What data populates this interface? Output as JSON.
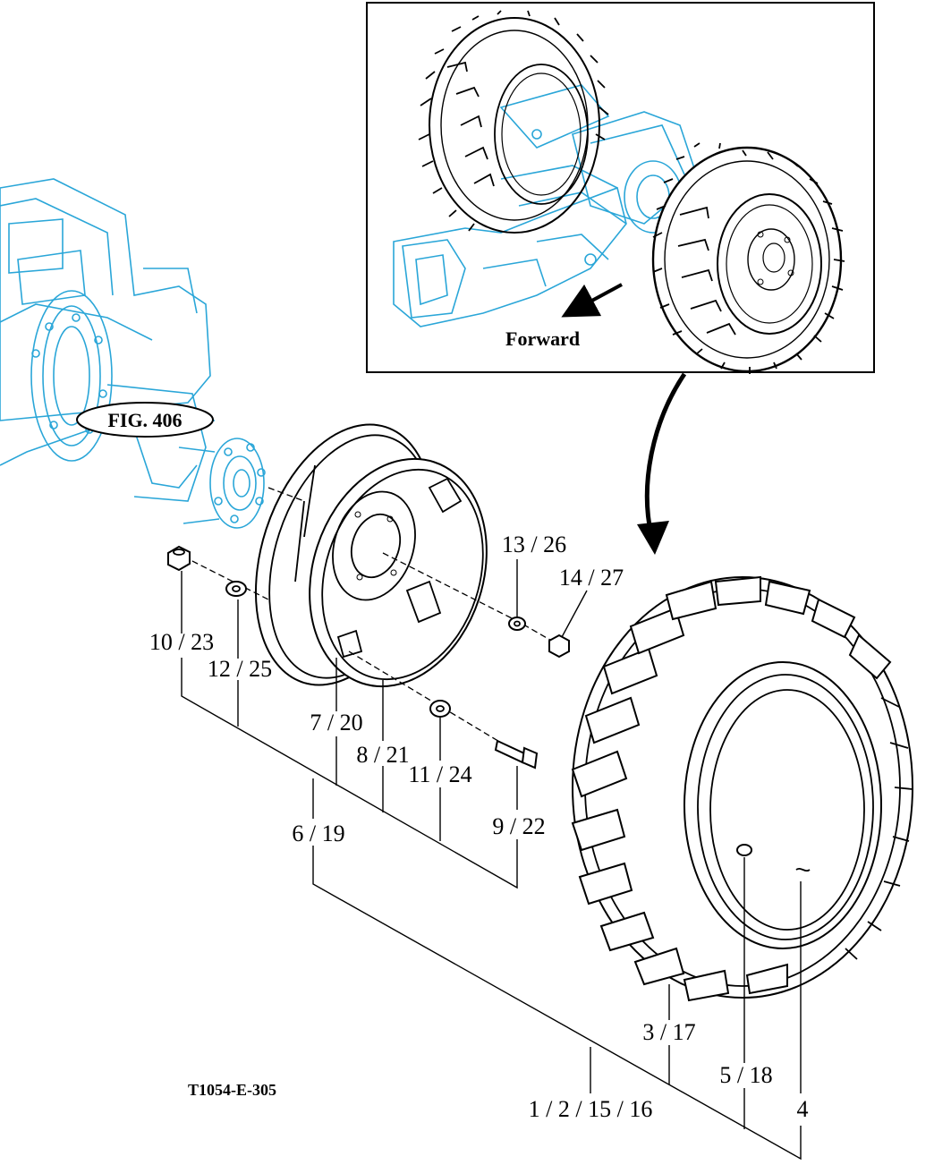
{
  "figure": {
    "code": "T1054-E-305",
    "fig_reference": "FIG. 406",
    "direction_label": "Forward"
  },
  "callouts": {
    "c_1_2_15_16": "1 / 2 / 15 / 16",
    "c_3_17": "3 / 17",
    "c_4": "4",
    "c_5_18": "5 / 18",
    "c_6_19": "6 / 19",
    "c_7_20": "7 / 20",
    "c_8_21": "8 / 21",
    "c_9_22": "9 / 22",
    "c_10_23": "10 / 23",
    "c_11_24": "11 / 24",
    "c_12_25": "12 / 25",
    "c_13_26": "13 / 26",
    "c_14_27": "14 / 27"
  },
  "colors": {
    "line_art": "#000000",
    "context_art": "#2aa6d8",
    "background": "#ffffff"
  }
}
